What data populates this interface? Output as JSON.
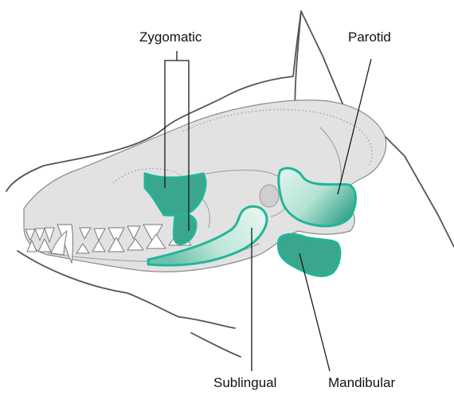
{
  "labels": {
    "zygomatic": "Zygomatic",
    "parotid": "Parotid",
    "sublingual": "Sublingual",
    "mandibular": "Mandibular"
  },
  "colors": {
    "gland_dark": "#3aa68d",
    "gland_light": "#dff2ec",
    "gland_stroke": "#22b59a",
    "skull_fill": "#e2e2e2",
    "outline": "#555555"
  }
}
